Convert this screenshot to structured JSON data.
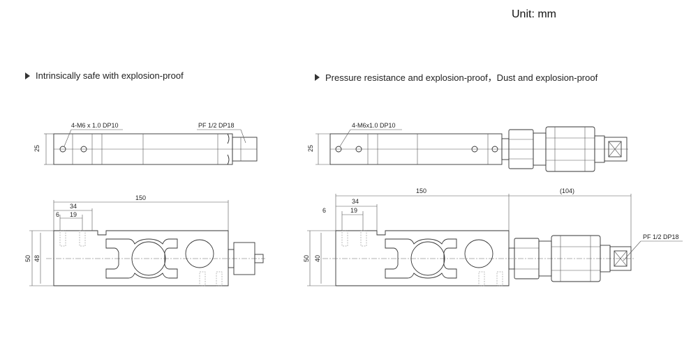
{
  "unit_label": "Unit: mm",
  "sections": [
    {
      "heading": "Intrinsically safe with explosion-proof"
    },
    {
      "heading": "Pressure resistance and explosion-proof，Dust and explosion-proof"
    }
  ],
  "left": {
    "top_view": {
      "callout_holes": "4-M6 x 1.0 DP10",
      "callout_port": "PF 1/2 DP18",
      "dim_height": "25"
    },
    "side_view": {
      "dim_length": "150",
      "dim_34": "34",
      "dim_19": "19",
      "dim_6": "6",
      "dim_50": "50",
      "dim_48": "48"
    }
  },
  "right": {
    "top_view": {
      "callout_holes": "4-M6x1.0 DP10",
      "dim_height": "25"
    },
    "side_view": {
      "dim_length": "150",
      "dim_connector": "(104)",
      "dim_34": "34",
      "dim_19": "19",
      "dim_6": "6",
      "dim_50": "50",
      "dim_48": "40",
      "callout_port": "PF 1/2 DP18"
    }
  },
  "icons": [
    "arrow-right-icon"
  ]
}
